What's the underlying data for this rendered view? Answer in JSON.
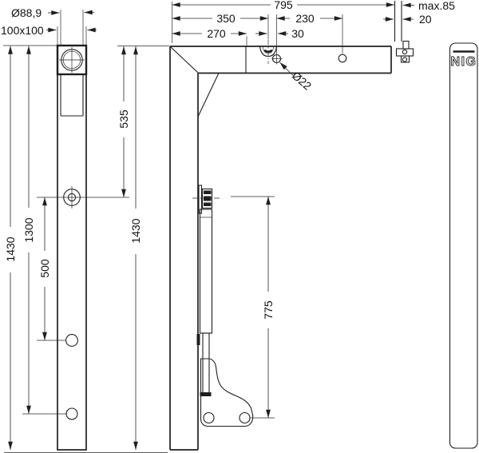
{
  "labels": {
    "tube_diameter": "Ø88,9",
    "post_section": "100x100",
    "dim_795": "795",
    "dim_350": "350",
    "dim_230": "230",
    "dim_270": "270",
    "dim_30": "30",
    "dim_max85": "max.85",
    "dim_20": "20",
    "dim_o22": "Ø22",
    "dim_1430_front": "1430",
    "dim_535": "535",
    "dim_1300": "1300",
    "dim_500": "500",
    "dim_1430_side": "1430",
    "dim_775": "775",
    "brand": "NIG"
  }
}
